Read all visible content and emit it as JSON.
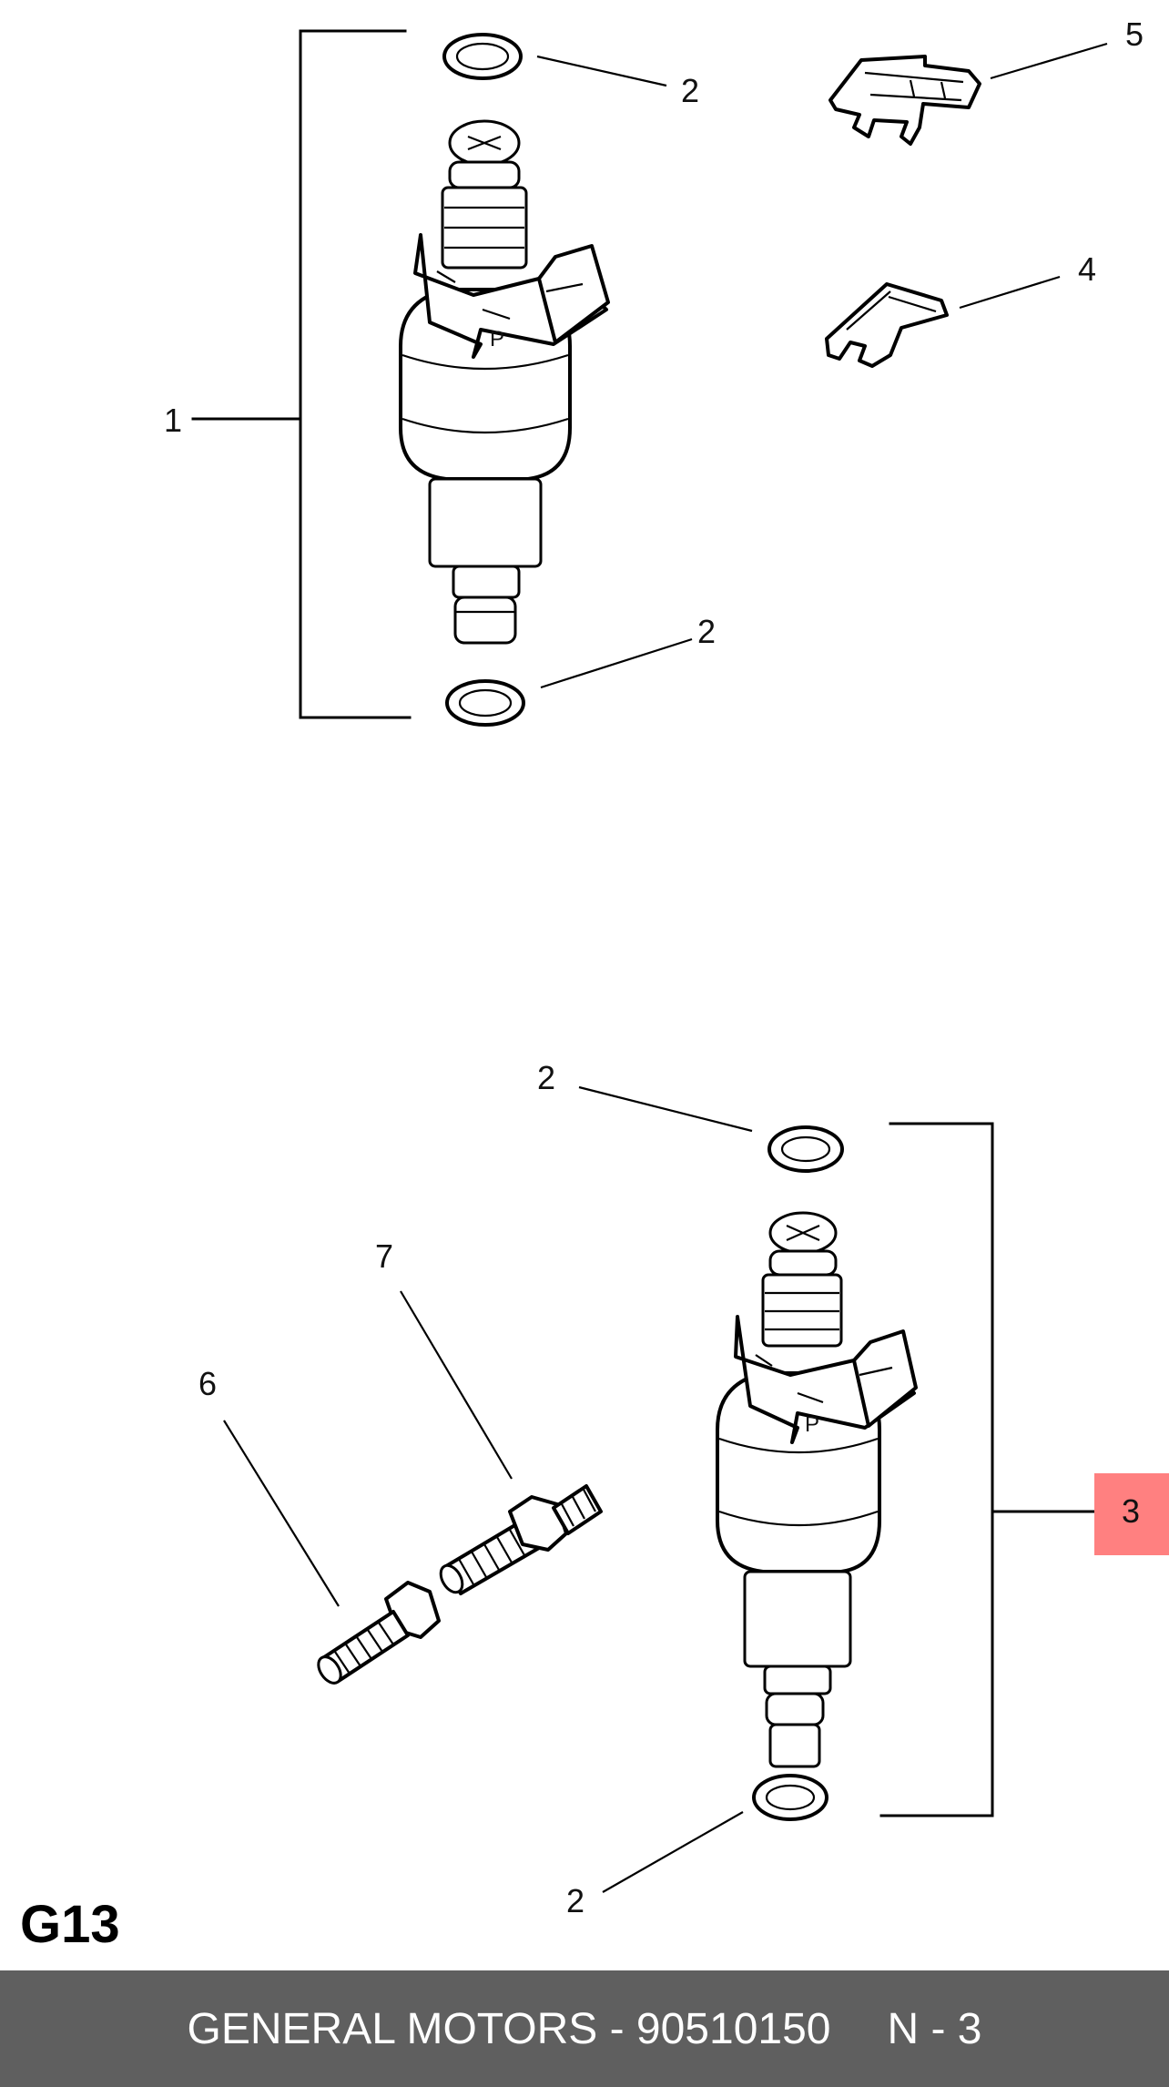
{
  "diagram": {
    "code": "G13",
    "callouts": {
      "c1": "1",
      "c2a": "2",
      "c2b": "2",
      "c2c": "2",
      "c2d": "2",
      "c3": "3",
      "c4": "4",
      "c5": "5",
      "c6": "6",
      "c7": "7"
    },
    "highlight_color": "#ff8080"
  },
  "footer": {
    "brand_part": "GENERAL MOTORS - 90510150",
    "page": "N - 3",
    "background": "#5f5f5f"
  }
}
